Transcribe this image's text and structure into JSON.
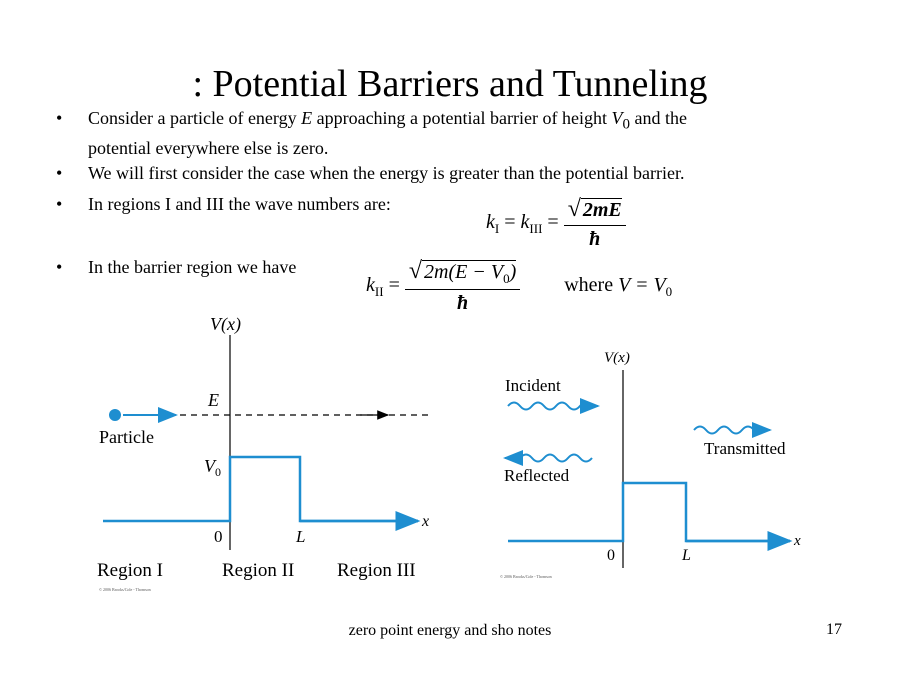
{
  "slide": {
    "title": ": Potential Barriers and Tunneling",
    "bullets": [
      {
        "pre": "Consider a particle of energy ",
        "var1": "E",
        "mid": " approaching a potential barrier of height ",
        "var2": "V",
        "sub2": "0",
        "post": " and the",
        "line2": "potential everywhere else is zero."
      },
      {
        "text": "We will first consider the case when the energy is greater than the potential barrier."
      },
      {
        "text": "In regions I and III the wave numbers are:"
      },
      {
        "text": "In the barrier region we have"
      }
    ],
    "eq1": {
      "lhs_k": "k",
      "sub_I": "I",
      "eq": "=",
      "k3": "k",
      "sub_III": "III",
      "eq2": "=",
      "num": "2mE",
      "den": "ħ"
    },
    "eq2": {
      "k": "k",
      "sub_II": "II",
      "eq": "=",
      "num_a": "2m(E − V",
      "num_sub": "0",
      "num_b": ")",
      "den": "ħ",
      "where": "where",
      "cond_v": "V",
      "cond_eq": " = V",
      "cond_sub": "0"
    },
    "footer": "zero point energy and sho notes",
    "page_number": "17"
  },
  "fig_left": {
    "ylabel": "V(x)",
    "energy_label": "E",
    "particle_label": "Particle",
    "v0_label": "V",
    "v0_sub": "0",
    "origin_label": "0",
    "l_label": "L",
    "x_label": "x",
    "regions": [
      "Region I",
      "Region II",
      "Region III"
    ],
    "copyright": "© 2006 Brooks/Cole - Thomson"
  },
  "fig_right": {
    "ylabel": "V(x)",
    "incident": "Incident",
    "reflected": "Reflected",
    "transmitted": "Transmitted",
    "origin_label": "0",
    "l_label": "L",
    "x_label": "x",
    "copyright": "© 2006 Brooks/Cole - Thomson"
  },
  "colors": {
    "accent": "#1e8ed0",
    "text": "#000000",
    "background": "#ffffff"
  }
}
